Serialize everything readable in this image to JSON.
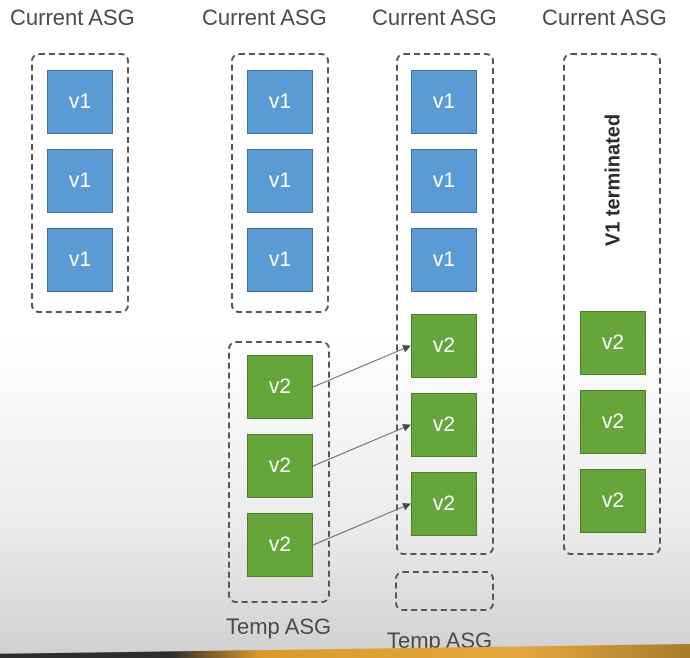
{
  "columns": {
    "col1": {
      "title": "Current ASG",
      "boxes": [
        "v1",
        "v1",
        "v1"
      ]
    },
    "col2": {
      "title": "Current ASG",
      "boxes": [
        "v1",
        "v1",
        "v1"
      ],
      "temp_title": "Temp ASG",
      "temp_boxes": [
        "v2",
        "v2",
        "v2"
      ]
    },
    "col3": {
      "title": "Current ASG",
      "boxes": [
        "v1",
        "v1",
        "v1",
        "v2",
        "v2",
        "v2"
      ],
      "temp_title": "Temp ASG"
    },
    "col4": {
      "title": "Current ASG",
      "status": "V1 terminated",
      "boxes": [
        "v2",
        "v2",
        "v2"
      ]
    }
  },
  "colors": {
    "v1": "#5b9bd5",
    "v2": "#66a53a",
    "frame": "#555555"
  }
}
